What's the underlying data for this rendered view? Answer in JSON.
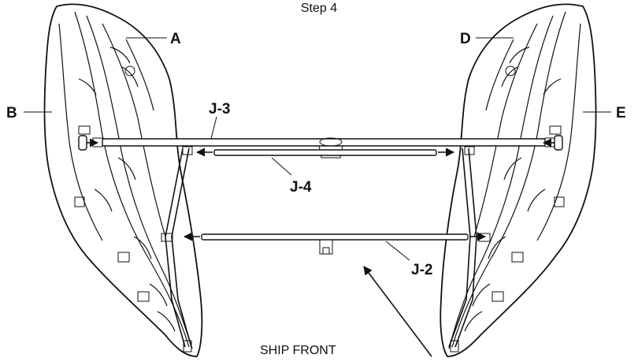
{
  "step_title": "Step 4",
  "labels": {
    "A": "A",
    "B": "B",
    "D": "D",
    "E": "E",
    "J3": "J-3",
    "J4": "J-4",
    "J2": "J-2"
  },
  "caption": "SHIP FRONT"
}
